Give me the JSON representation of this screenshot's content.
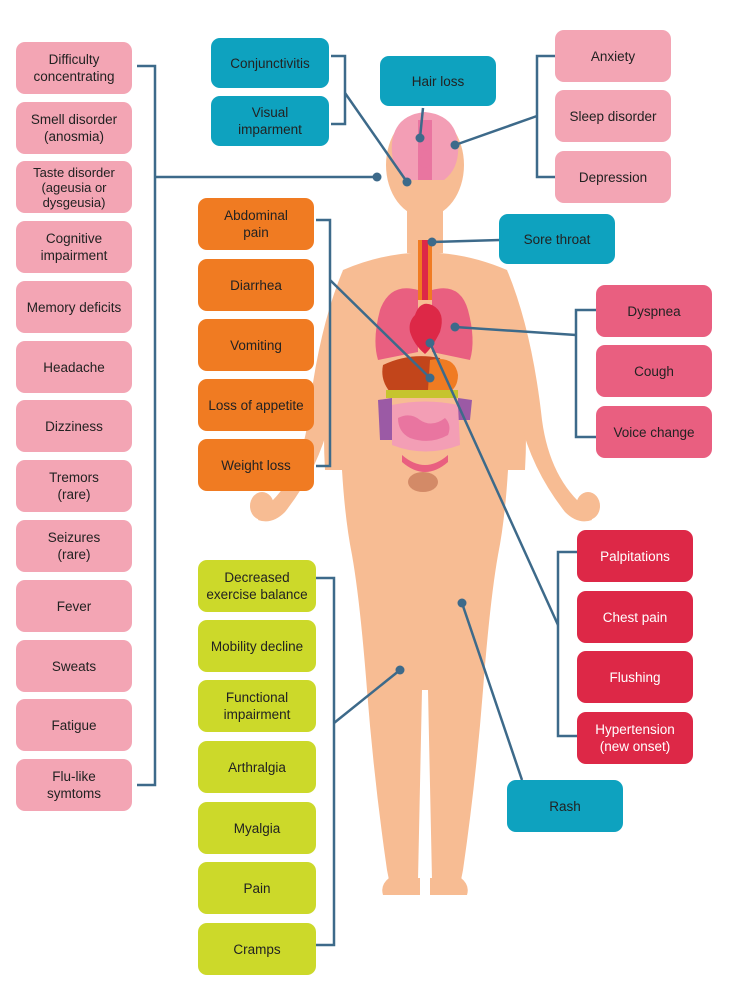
{
  "colors": {
    "neuro_pink": "#f3a5b4",
    "respiratory_magenta": "#e95f80",
    "cardiac_red": "#dd2847",
    "gastro_orange": "#f07b22",
    "musculo_green": "#ccd92a",
    "other_blue": "#0ea2bf",
    "body_skin": "#f7bc93",
    "connector": "#3d6a8a"
  },
  "left_column": [
    "Difficulty\nconcentrating",
    "Smell disorder\n(anosmia)",
    "Taste disorder\n(ageusia or\ndysgeusia)",
    "Cognitive\nimpairment",
    "Memory deficits",
    "Headache",
    "Dizziness",
    "Tremors\n(rare)",
    "Seizures\n(rare)",
    "Fever",
    "Sweats",
    "Fatigue",
    "Flu-like\nsymtoms"
  ],
  "eye": [
    "Conjunctivitis",
    "Visual\nimparment"
  ],
  "hair": "Hair loss",
  "mental": [
    "Anxiety",
    "Sleep disorder",
    "Depression"
  ],
  "throat": "Sore throat",
  "gastro": [
    "Abdominal\npain",
    "Diarrhea",
    "Vomiting",
    "Loss of appetite",
    "Weight loss"
  ],
  "respiratory": [
    "Dyspnea",
    "Cough",
    "Voice change"
  ],
  "cardio": [
    "Palpitations",
    "Chest pain",
    "Flushing",
    "Hypertension\n(new onset)"
  ],
  "musculo": [
    "Decreased\nexercise balance",
    "Mobility decline",
    "Functional\nimpairment",
    "Arthralgia",
    "Myalgia",
    "Pain",
    "Cramps"
  ],
  "skin": "Rash"
}
